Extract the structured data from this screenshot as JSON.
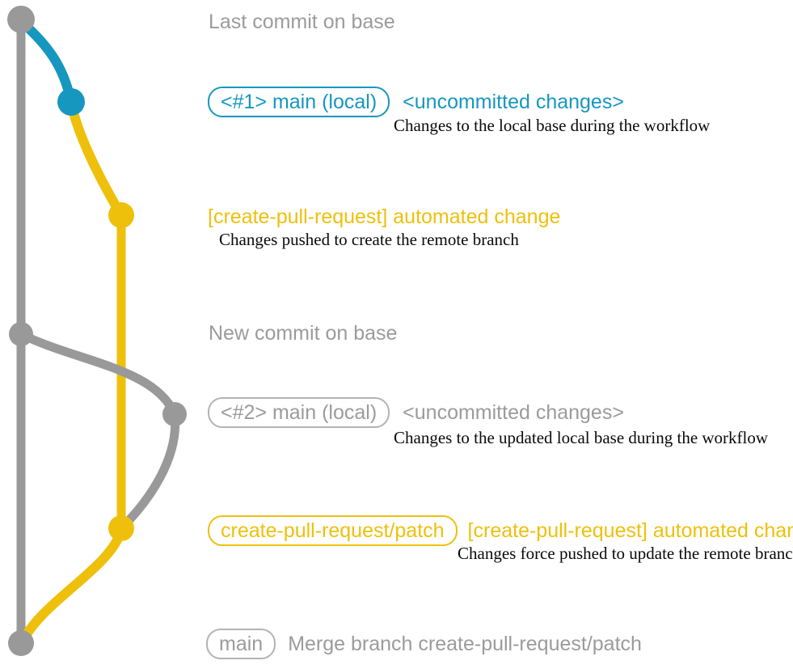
{
  "colors": {
    "gray": "#999999",
    "teal": "#1697c0",
    "yellow": "#eec00c",
    "description_text": "#0a0a0a"
  },
  "diagram": {
    "row1_title": "Last commit on base",
    "row2": {
      "badge": "<#1> main (local)",
      "note": "<uncommitted changes>",
      "desc": "Changes to the local base during the workflow"
    },
    "row3": {
      "title": "[create-pull-request] automated change",
      "desc": "Changes pushed to create the remote branch"
    },
    "row4_title": "New commit on base",
    "row5": {
      "badge": "<#2> main (local)",
      "note": "<uncommitted changes>",
      "desc": "Changes to the updated local base during the workflow"
    },
    "row6": {
      "badge": "create-pull-request/patch",
      "title": "[create-pull-request] automated change",
      "desc": "Changes force pushed to update the remote branch"
    },
    "row7": {
      "badge": "main",
      "title": "Merge branch create-pull-request/patch"
    }
  }
}
